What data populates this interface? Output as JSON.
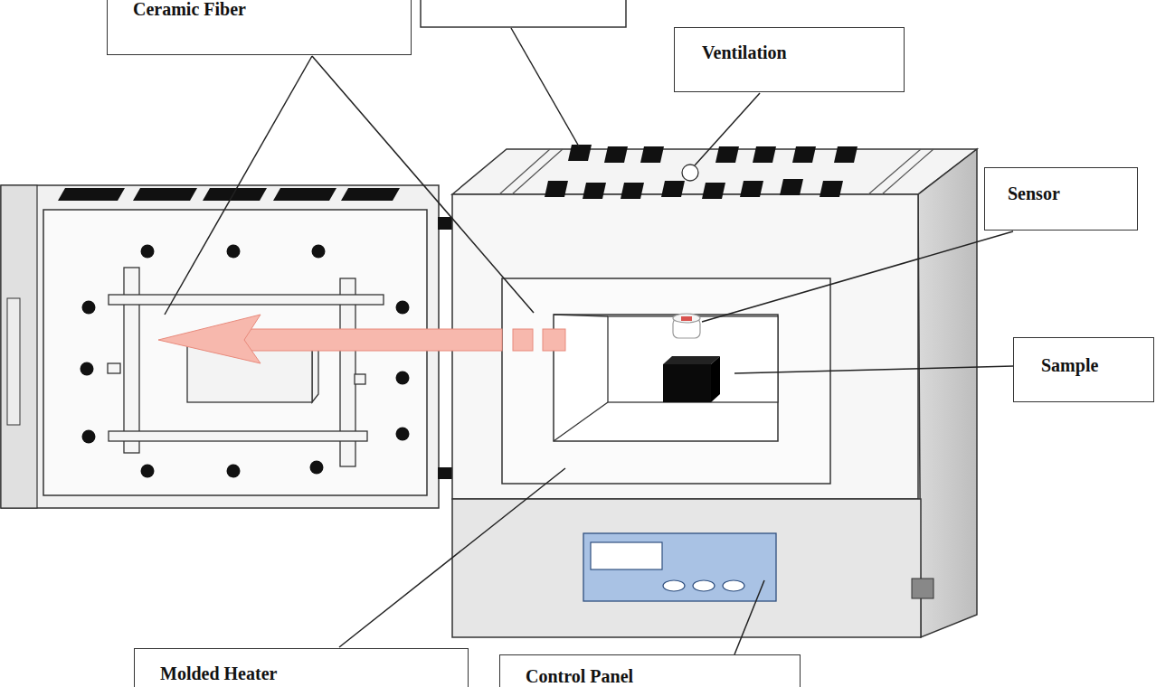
{
  "diagram": {
    "nodes": [
      {
        "text": [
          "Ceramic Fiber"
        ]
      },
      {
        "text": [
          "Ventilation"
        ]
      },
      {
        "text": [
          "Sensor"
        ]
      },
      {
        "text": [
          "Sample"
        ]
      },
      {
        "text": [
          "Molded Heater"
        ]
      },
      {
        "text": [
          "Control Panel"
        ]
      }
    ]
  }
}
